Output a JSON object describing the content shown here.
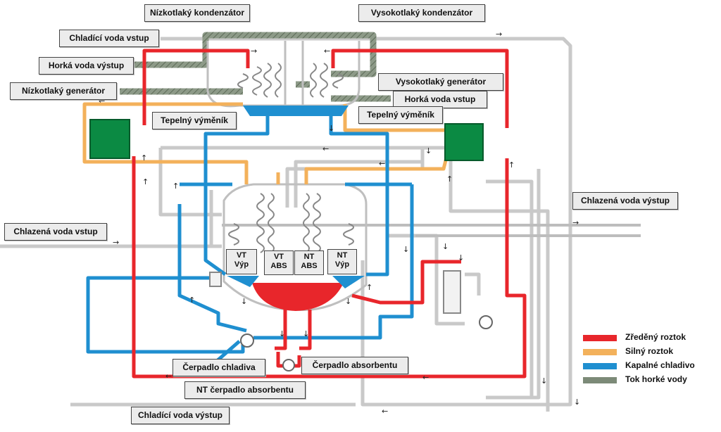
{
  "colors": {
    "dilute": "#e8262b",
    "strong": "#f3b15b",
    "refrigerant": "#1f8fd0",
    "hot_water": "#7c8a78",
    "cooling_water": "#c8c8c8",
    "heat_exchanger": "#0b8a43"
  },
  "labels": {
    "low_condenser": "Nízkotlaký kondenzátor",
    "high_condenser": "Vysokotlaký kondenzátor",
    "cooling_in": "Chladící voda vstup",
    "hot_out": "Horká voda výstup",
    "low_generator": "Nízkotlaký generátor",
    "high_generator": "Vysokotlaký generátor",
    "hot_in": "Horká voda vstup",
    "hx_left": "Tepelný výměník",
    "hx_right": "Tepelný výměník",
    "chilled_out": "Chlazená voda výstup",
    "chilled_in": "Chlazená voda vstup",
    "vt_evap_line1": "VT",
    "vt_evap_line2": "Výp",
    "vt_abs_line1": "VT",
    "vt_abs_line2": "ABS",
    "nt_abs_line1": "NT",
    "nt_abs_line2": "ABS",
    "nt_evap_line1": "NT",
    "nt_evap_line2": "Výp",
    "ref_pump": "Čerpadlo chladiva",
    "abs_pump": "Čerpadlo absorbentu",
    "nt_abs_pump": "NT čerpadlo absorbentu",
    "cooling_out": "Chladící voda výstup"
  },
  "legend": [
    {
      "label": "Zředěný roztok",
      "color": "#e8262b"
    },
    {
      "label": "Silný roztok",
      "color": "#f3b15b"
    },
    {
      "label": "Kapalné chladivo",
      "color": "#1f8fd0"
    },
    {
      "label": "Tok horké vody",
      "color": "#7c8a78"
    }
  ]
}
